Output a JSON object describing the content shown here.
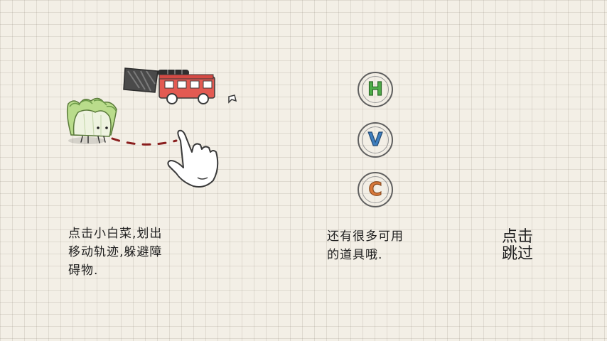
{
  "tutorial": {
    "left_hint_lines": [
      "点击小白菜,划出",
      "移动轨迹,躲避障",
      "碍物."
    ],
    "right_hint_lines": [
      "还有很多可用",
      "的道具哦."
    ],
    "skip_lines": [
      "点击",
      "跳过"
    ]
  },
  "items": [
    {
      "letter": "H",
      "color": "#4fae4a"
    },
    {
      "letter": "V",
      "color": "#3f7fbf"
    },
    {
      "letter": "C",
      "color": "#d9793a"
    }
  ],
  "icons": {
    "cabbage": "cabbage-icon",
    "truck": "fire-truck-icon",
    "cleaver": "cleaver-icon",
    "hand": "pointing-hand-icon"
  }
}
